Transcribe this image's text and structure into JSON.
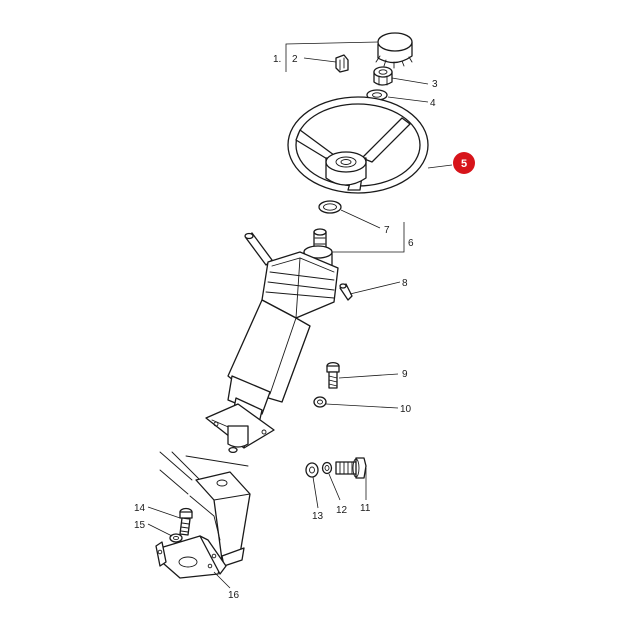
{
  "colors": {
    "line": "#1a1a1a",
    "highlight": "#d7141a",
    "background": "#ffffff"
  },
  "callouts": [
    {
      "id": "1",
      "label": "1."
    },
    {
      "id": "2",
      "label": "2"
    },
    {
      "id": "3",
      "label": "3"
    },
    {
      "id": "4",
      "label": "4"
    },
    {
      "id": "5",
      "label": "5",
      "highlighted": true
    },
    {
      "id": "6",
      "label": "6"
    },
    {
      "id": "7",
      "label": "7"
    },
    {
      "id": "8",
      "label": "8"
    },
    {
      "id": "9",
      "label": "9"
    },
    {
      "id": "10",
      "label": "10"
    },
    {
      "id": "11",
      "label": "11"
    },
    {
      "id": "12",
      "label": "12"
    },
    {
      "id": "13",
      "label": "13"
    },
    {
      "id": "14",
      "label": "14"
    },
    {
      "id": "15",
      "label": "15"
    },
    {
      "id": "16",
      "label": "16"
    }
  ]
}
